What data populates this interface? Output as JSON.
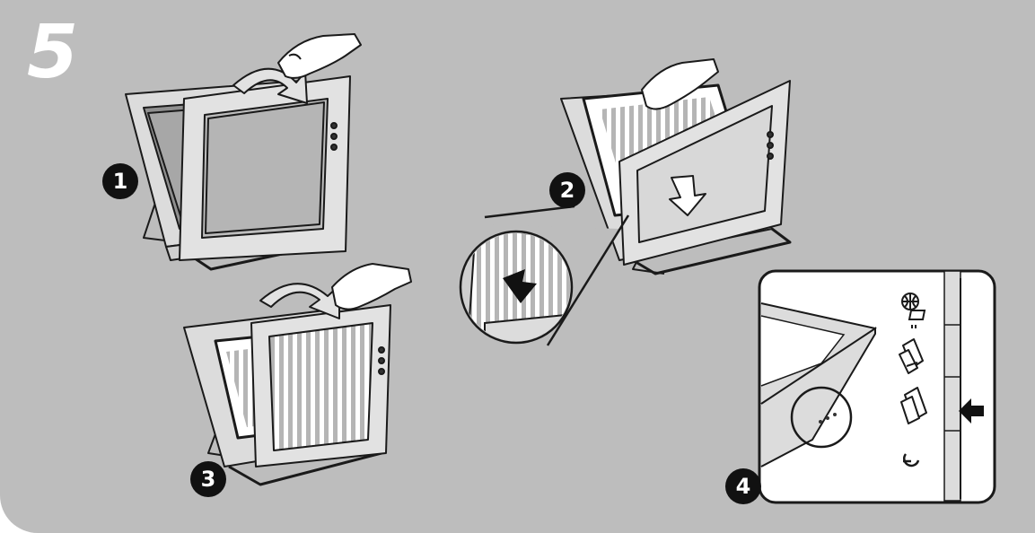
{
  "step": {
    "number": "5"
  },
  "callouts": [
    {
      "id": "1",
      "label": "1"
    },
    {
      "id": "2",
      "label": "2"
    },
    {
      "id": "3",
      "label": "3"
    },
    {
      "id": "4",
      "label": "4"
    }
  ],
  "colors": {
    "background": "#bdbdbd",
    "frame": "#dcdcdc",
    "outline": "#1a1a1a",
    "badge": "#111111",
    "white": "#ffffff"
  },
  "icons": [
    "hand-icon",
    "curved-arrow-icon",
    "down-arrow-icon",
    "web-scan-icon",
    "copy-icon",
    "scan-icon",
    "power-icon",
    "pointer-arrow-icon"
  ]
}
